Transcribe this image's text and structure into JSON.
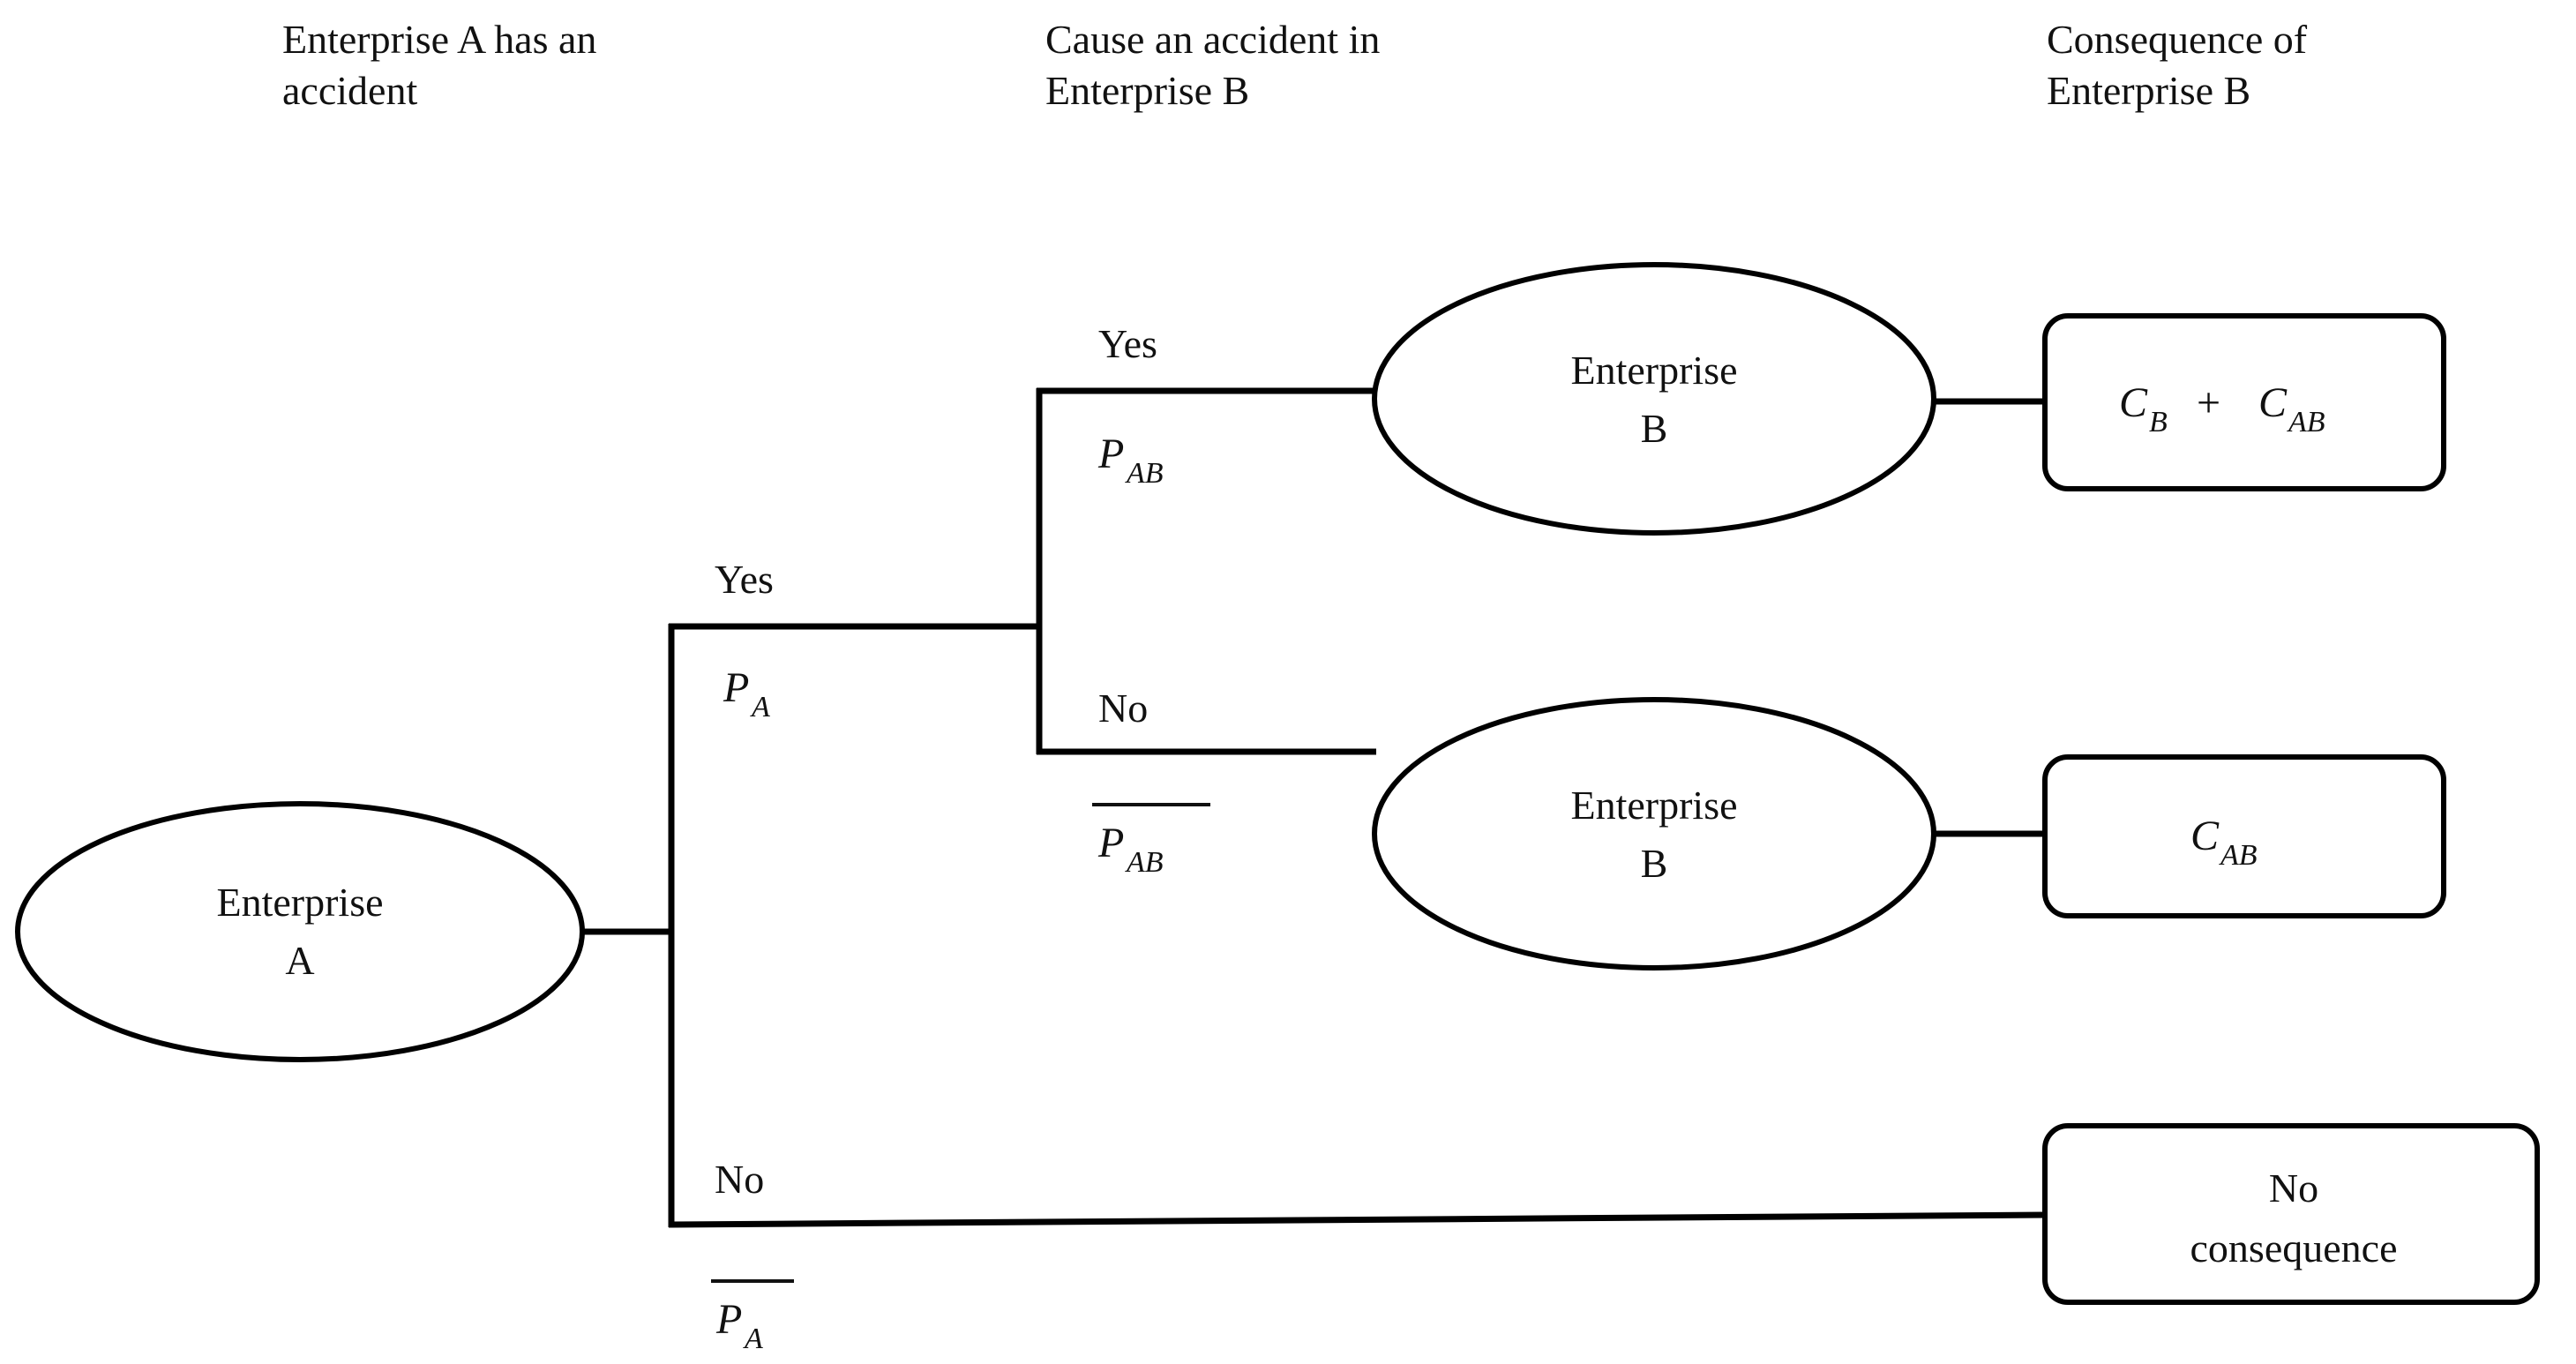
{
  "diagram": {
    "kind": "event-tree",
    "title": "Enterprise A / Enterprise B accident event tree",
    "background_color": "#ffffff",
    "line_color": "#000000",
    "text_color": "#111111"
  },
  "headers": [
    {
      "id": "header-1",
      "line1": "Enterprise A has an",
      "line2": "accident"
    },
    {
      "id": "header-2",
      "line1": "Cause an accident in",
      "line2": "Enterprise B"
    },
    {
      "id": "header-3",
      "line1": "Consequence of",
      "line2": "Enterprise B"
    }
  ],
  "nodes": {
    "root_ellipse": {
      "line1": "Enterprise",
      "line2": "A"
    },
    "ellipse_yes": {
      "line1": "Enterprise",
      "line2": "B"
    },
    "ellipse_no": {
      "line1": "Enterprise",
      "line2": "B"
    }
  },
  "branches": {
    "level1_yes": {
      "word": "Yes",
      "symbol": "P",
      "subscript": "A",
      "overline": false,
      "plain": "P_A"
    },
    "level1_no": {
      "word": "No",
      "symbol": "P",
      "subscript": "A",
      "overline": true,
      "plain": "not P_A"
    },
    "level2_yes": {
      "word": "Yes",
      "symbol": "P",
      "subscript": "AB",
      "overline": false,
      "plain": "P_AB"
    },
    "level2_no": {
      "word": "No",
      "symbol": "P",
      "subscript": "AB",
      "overline": true,
      "plain": "not P_AB"
    }
  },
  "outcomes": [
    {
      "id": "outcome-cb-plus-cab",
      "kind": "formula",
      "plain": "C_B + C_AB",
      "terms": [
        {
          "symbol": "C",
          "subscript": "B"
        },
        {
          "operator": "+"
        },
        {
          "symbol": "C",
          "subscript": "AB"
        }
      ]
    },
    {
      "id": "outcome-cab",
      "kind": "formula",
      "plain": "C_AB",
      "terms": [
        {
          "symbol": "C",
          "subscript": "AB"
        }
      ]
    },
    {
      "id": "outcome-no-consequence",
      "kind": "text",
      "plain": "No consequence",
      "line1": "No",
      "line2": "consequence"
    }
  ]
}
